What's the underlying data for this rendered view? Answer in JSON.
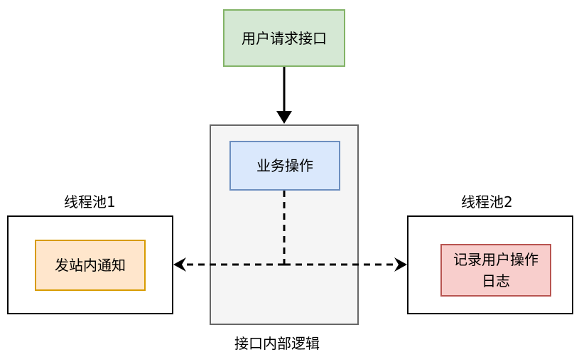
{
  "nodes": {
    "api_request": "用户请求接口",
    "business_op": "业务操作",
    "notification": "发站内通知",
    "operation_log": "记录用户操作日志"
  },
  "labels": {
    "pool1": "线程池1",
    "pool2": "线程池2",
    "internal_logic": "接口内部逻辑"
  },
  "colors": {
    "request_fill": "#d5e8d4",
    "request_border": "#82b366",
    "business_fill": "#dae8fc",
    "business_border": "#6c8ebf",
    "notification_fill": "#ffe6cc",
    "notification_border": "#d79b00",
    "log_fill": "#f8cecc",
    "log_border": "#b85450",
    "container_fill": "#f5f5f5",
    "container_border": "#666666"
  }
}
